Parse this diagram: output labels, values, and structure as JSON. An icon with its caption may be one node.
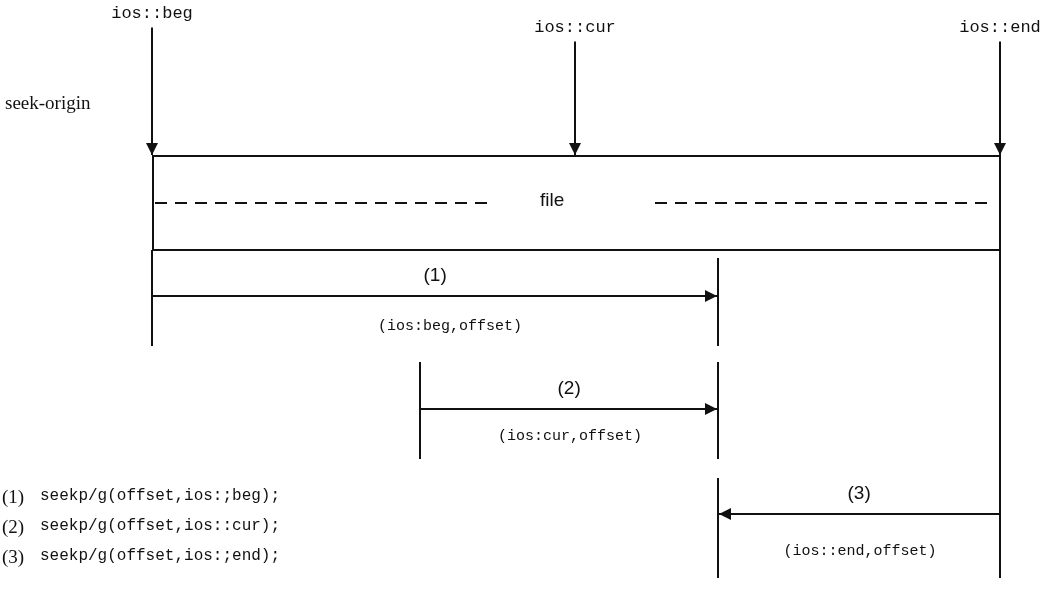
{
  "diagram": {
    "nodes": [
      {
        "text": [
          "ios::beg"
        ]
      },
      {
        "text": [
          "ios::cur"
        ]
      },
      {
        "text": [
          "ios::end"
        ]
      },
      {
        "text": [
          "file"
        ]
      },
      {
        "text": [],
        "shape": "bar"
      },
      {
        "text": [],
        "shape": "bar"
      },
      {
        "text": [],
        "shape": "bar"
      },
      {
        "text": [],
        "shape": "bar"
      },
      {
        "text": [],
        "shape": "bar"
      },
      {
        "text": [],
        "shape": "bar"
      }
    ],
    "edges": [
      {
        "from": 0,
        "to": 3,
        "arrow": "to"
      },
      {
        "from": 1,
        "to": 3,
        "arrow": "to"
      },
      {
        "from": 2,
        "to": 3,
        "arrow": "to"
      },
      {
        "from": 4,
        "to": 5,
        "arrow": "to",
        "label": "(1)"
      },
      {
        "from": 6,
        "to": 7,
        "arrow": "to",
        "label": "(2)"
      },
      {
        "from": 9,
        "to": 8,
        "arrow": "to",
        "label": "(3)"
      }
    ],
    "labels": [
      "seek-origin",
      "(ios:beg,offset)",
      "(ios:cur,offset)",
      "(1)",
      "seekp/g(offset,ios:;beg);",
      "(2)",
      "seekp/g(offset,ios::cur);",
      "(ios::end,offset)",
      "(3)",
      "seekp/g(offset,ios:;end);"
    ]
  }
}
